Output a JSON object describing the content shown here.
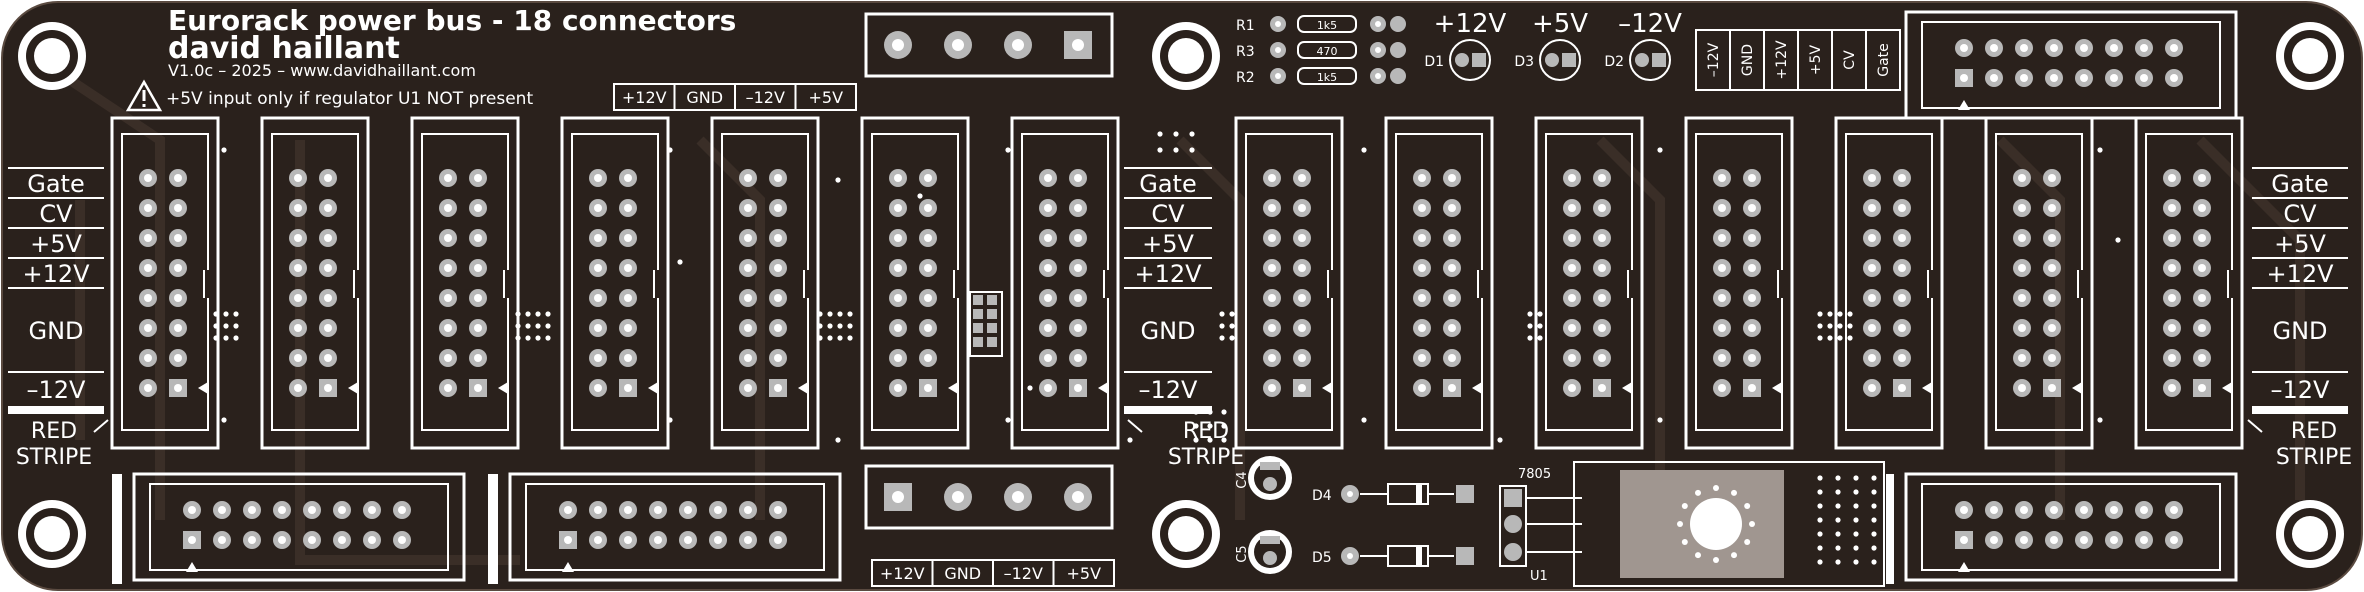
{
  "title": "Eurorack power bus - 18 connectors",
  "author": "david haillant",
  "version_line": "V1.0c – 2025 – www.davidhaillant.com",
  "warning": "+5V input only if regulator U1 NOT present",
  "rail_labels": [
    "+12V",
    "GND",
    "–12V",
    "+5V"
  ],
  "pin_labels": [
    "Gate",
    "CV",
    "+5V",
    "+12V",
    "GND",
    "–12V"
  ],
  "stripe_label": [
    "RED",
    "STRIPE"
  ],
  "resistors": [
    {
      "ref": "R1",
      "value": "1k5"
    },
    {
      "ref": "R3",
      "value": "470"
    },
    {
      "ref": "R2",
      "value": "1k5"
    }
  ],
  "led_rails": [
    "+12V",
    "+5V",
    "–12V"
  ],
  "led_refs": [
    "D1",
    "D3",
    "D2"
  ],
  "rotated_labels": [
    "–12V",
    "GND",
    "+12V",
    "+5V",
    "CV",
    "Gate"
  ],
  "caps": [
    "C4",
    "C5"
  ],
  "diodes": [
    "D4",
    "D5"
  ],
  "regulator": {
    "ref": "U1",
    "part": "7805"
  },
  "colors": {
    "board": "#2a211c",
    "silk": "#ffffff",
    "copper": "#b8b8b8",
    "hole": "#ffffff"
  }
}
